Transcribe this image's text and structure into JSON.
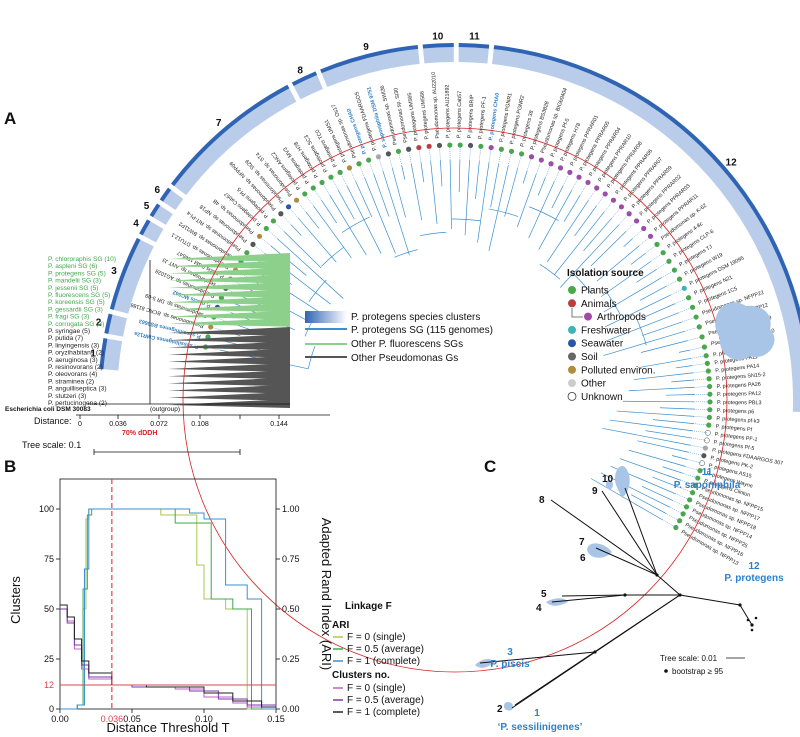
{
  "panelA": {
    "letter": "A",
    "clusters": [
      {
        "id": "1",
        "a0": -85,
        "a1": -80
      },
      {
        "id": "2",
        "a0": -79.2,
        "a1": -76
      },
      {
        "id": "3",
        "a0": -75.2,
        "a1": -63
      },
      {
        "id": "4",
        "a0": -62.2,
        "a1": -59.6
      },
      {
        "id": "5",
        "a0": -58.8,
        "a1": -56.6
      },
      {
        "id": "6",
        "a0": -55.8,
        "a1": -53.5
      },
      {
        "id": "7",
        "a0": -52.7,
        "a1": -28
      },
      {
        "id": "8",
        "a0": -27.2,
        "a1": -23
      },
      {
        "id": "9",
        "a0": -22.2,
        "a1": -6
      },
      {
        "id": "10",
        "a0": -5.2,
        "a1": -0.2
      },
      {
        "id": "11",
        "a0": 0.6,
        "a1": 5.5
      },
      {
        "id": "12",
        "a0": 6.3,
        "a1": 92
      }
    ],
    "tips_upper": [
      {
        "label": "P. sessilinigenes CMR12a",
        "c": "#4aa84a",
        "h": true
      },
      {
        "label": "P. sessilinigenes BS3663",
        "c": "#4aa84a",
        "h": true
      },
      {
        "label": "Pseudomonas sp. BCRC 81186",
        "c": "#b08d3c"
      },
      {
        "label": "Pseudomonas sp. DR 5-09",
        "c": "#4aa84a"
      },
      {
        "label": "P. piscis MC042",
        "c": "#2b55a8",
        "h": true
      },
      {
        "label": "Pseudomonas sp. AG1028",
        "c": "#4aa84a"
      },
      {
        "label": "Pseudomonas sp. ANT J3",
        "c": "#555"
      },
      {
        "label": "P. piscis DSM 106547",
        "c": "#777"
      },
      {
        "label": "Pseudomonas sp. DTU12.1",
        "c": "#b08d3c"
      },
      {
        "label": "Pseudomonas sp. BW11P2",
        "c": "#4aa84a"
      },
      {
        "label": "Pseudomonas sp. RIT-PI-a",
        "c": "#4aa84a"
      },
      {
        "label": "Pseudomonas sp. NP18",
        "c": "#555"
      },
      {
        "label": "Pseudomonas sp. 4B",
        "c": "#b08d3c"
      },
      {
        "label": "P. protegens Cab57",
        "c": "#4aa84a"
      },
      {
        "label": "P. protegens Pf-5",
        "c": "#4aa84a"
      },
      {
        "label": "Pseudomonas sp. NFPP09",
        "c": "#555"
      },
      {
        "label": "Pseudomonas sp. St29",
        "c": "#2b55a8"
      },
      {
        "label": "Pseudomonas sp. ST4",
        "c": "#b08d3c"
      },
      {
        "label": "P. protegens ANC2",
        "c": "#4aa84a"
      },
      {
        "label": "P. protegens MV3",
        "c": "#4aa84a"
      },
      {
        "label": "P. protegens H78",
        "c": "#4aa84a"
      },
      {
        "label": "P. protegens SC3",
        "c": "#4aa84a"
      },
      {
        "label": "P. protegens TC0",
        "c": "#4aa84a"
      },
      {
        "label": "P. protegens UMS1",
        "c": "#b08d3c"
      },
      {
        "label": "Pseudomonas sp. Os17",
        "c": "#4aa84a"
      },
      {
        "label": "P. protegens CHA0",
        "c": "#4aa84a",
        "h": true
      },
      {
        "label": "P. protegens FDAARGOS",
        "c": "#aaa"
      },
      {
        "label": "P. saponiphila DSM 9751",
        "c": "#555",
        "h": true
      },
      {
        "label": "Pseudomonas sp. SWI36",
        "c": "#4aa84a"
      },
      {
        "label": "Pseudomonas sp. St30",
        "c": "#555"
      },
      {
        "label": "P. protegens UM565",
        "c": "#b84040"
      },
      {
        "label": "P. protegens UM566",
        "c": "#b84040"
      },
      {
        "label": "Pseudomonas sp. AU22010",
        "c": "#555"
      },
      {
        "label": "P. protegens AU21892",
        "c": "#4aa84a"
      },
      {
        "label": "P. protegens Cab57",
        "c": "#4aa84a"
      },
      {
        "label": "P. protegens BRIP",
        "c": "#555"
      },
      {
        "label": "P. protegens PF-1",
        "c": "#4aa84a"
      },
      {
        "label": "P. protegens CHA0",
        "c": "#a04aa8",
        "h": true
      },
      {
        "label": "P. protegens PGNR1",
        "c": "#4aa84a"
      },
      {
        "label": "P. protegens PGNR2",
        "c": "#4aa84a"
      },
      {
        "label": "P. protegens 38",
        "c": "#4aa84a"
      },
      {
        "label": "P. protegens BS3828",
        "c": "#a04aa8"
      },
      {
        "label": "Pseudomonas sp. BIGb0404",
        "c": "#a04aa8"
      },
      {
        "label": "P. protegens Pf-5",
        "c": "#a04aa8"
      },
      {
        "label": "P. protegens H78",
        "c": "#a04aa8"
      },
      {
        "label": "P. protegens PPRAR01",
        "c": "#a04aa8"
      },
      {
        "label": "P. protegens PPRAR05",
        "c": "#a04aa8"
      },
      {
        "label": "P. protegens PPRAR04",
        "c": "#a04aa8"
      },
      {
        "label": "P. protegens PPRAR10",
        "c": "#a04aa8"
      },
      {
        "label": "P. protegens PPRAR08",
        "c": "#a04aa8"
      },
      {
        "label": "P. protegens PPRAR06",
        "c": "#a04aa8"
      },
      {
        "label": "P. protegens PPRAR07",
        "c": "#a04aa8"
      },
      {
        "label": "P. protegens PPRAR09",
        "c": "#a04aa8"
      },
      {
        "label": "P. protegens PPRAR02",
        "c": "#a04aa8"
      },
      {
        "label": "P. protegens PPRAR03",
        "c": "#a04aa8"
      },
      {
        "label": "P. protegens PPRAR11",
        "c": "#a04aa8"
      },
      {
        "label": "Pseudomonas sp. K-62",
        "c": "#4aa84a"
      },
      {
        "label": "P. protegens 4-8c",
        "c": "#4aa84a"
      },
      {
        "label": "P. protegens CLP-6",
        "c": "#4aa84a"
      },
      {
        "label": "P. protegens TJ",
        "c": "#4aa84a"
      },
      {
        "label": "P. protegens W19",
        "c": "#4aa84a"
      },
      {
        "label": "P. protegens DSM 19095",
        "c": "#3fb3b3"
      },
      {
        "label": "P. protegens N21",
        "c": "#4aa84a"
      },
      {
        "label": "P. protegens 1C5",
        "c": "#4aa84a"
      },
      {
        "label": "Pseudomonas sp. NFPP22",
        "c": "#4aa84a"
      },
      {
        "label": "Pseudomonas sp. NFPP12",
        "c": "#4aa84a"
      },
      {
        "label": "Pseudomonas sp. NFPP19",
        "c": "#4aa84a"
      },
      {
        "label": "Pseudomonas sp. NFPP10",
        "c": "#4aa84a"
      }
    ],
    "tips_lower": [
      {
        "label": "P. protegens PA16",
        "c": "#4aa84a"
      },
      {
        "label": "P. protegens PA11",
        "c": "#4aa84a"
      },
      {
        "label": "P. protegens PA14",
        "c": "#4aa84a"
      },
      {
        "label": "P. protegens SN15-2",
        "c": "#4aa84a"
      },
      {
        "label": "P. protegens PA26",
        "c": "#4aa84a"
      },
      {
        "label": "P. protegens PA12",
        "c": "#4aa84a"
      },
      {
        "label": "P. protegens PBL3",
        "c": "#4aa84a"
      },
      {
        "label": "P. protegens p6",
        "c": "#4aa84a"
      },
      {
        "label": "P. protegens pf-k3",
        "c": "#4aa84a"
      },
      {
        "label": "P. protegens Pf",
        "c": "#4aa84a"
      },
      {
        "label": "P. protegens PF-1",
        "c": "#ffffff"
      },
      {
        "label": "P. protegens Pf-5",
        "c": "#ffffff"
      },
      {
        "label": "P. protegens FDAARGOS 307",
        "c": "#aaa"
      },
      {
        "label": "P. protegens PK-2",
        "c": "#555"
      },
      {
        "label": "P. protegens AS15",
        "c": "#ffffff"
      },
      {
        "label": "P. protegens Wayne",
        "c": "#4aa84a"
      },
      {
        "label": "P. protegens Clinton",
        "c": "#4aa84a"
      },
      {
        "label": "Pseudomonas sp. NFPP15",
        "c": "#4aa84a"
      },
      {
        "label": "Pseudomonas sp. NFPP17",
        "c": "#4aa84a"
      },
      {
        "label": "Pseudomonas sp. NFPP18",
        "c": "#4aa84a"
      },
      {
        "label": "Pseudomonas sp. NFPP14",
        "c": "#4aa84a"
      },
      {
        "label": "Pseudomonas sp. NFPP25",
        "c": "#4aa84a"
      },
      {
        "label": "Pseudomonas sp. NFPP16",
        "c": "#4aa84a"
      },
      {
        "label": "Pseudomonas sp. NFPP13",
        "c": "#4aa84a"
      }
    ],
    "sg_list": [
      {
        "label": "P. chlororaphis SG (10)",
        "c": "#3fa84a"
      },
      {
        "label": "P. aspleni SG (6)",
        "c": "#3fa84a"
      },
      {
        "label": "P. protegens SG (5)",
        "c": "#3fa84a"
      },
      {
        "label": "P. mandelii SG (3)",
        "c": "#3fa84a"
      },
      {
        "label": "P. jessenii SG (5)",
        "c": "#3fa84a"
      },
      {
        "label": "P. fluorescens SG (5)",
        "c": "#3fa84a"
      },
      {
        "label": "P. koreensis SG (5)",
        "c": "#3fa84a"
      },
      {
        "label": "P. gessardii SG (3)",
        "c": "#3fa84a"
      },
      {
        "label": "P. fragi SG (3)",
        "c": "#3fa84a"
      },
      {
        "label": "P. corrugata SG (3)",
        "c": "#3fa84a"
      },
      {
        "label": "P. syringae (5)",
        "c": "#222"
      },
      {
        "label": "P. putida (7)",
        "c": "#222"
      },
      {
        "label": "P. linyingensis (3)",
        "c": "#222"
      },
      {
        "label": "P. oryzihabitans (2)",
        "c": "#222"
      },
      {
        "label": "P. aeruginosa (3)",
        "c": "#222"
      },
      {
        "label": "P. resinovorans (2)",
        "c": "#222"
      },
      {
        "label": "P. oleovorans (4)",
        "c": "#222"
      },
      {
        "label": "P. straminea (2)",
        "c": "#222"
      },
      {
        "label": "P. anguilliseptica (3)",
        "c": "#222"
      },
      {
        "label": "P. stutzeri (3)",
        "c": "#222"
      },
      {
        "label": "P. pertucinogena (2)",
        "c": "#222"
      }
    ],
    "outgroup": "Escherichia coli DSM 30083",
    "outgroup_suffix": "(outgroup)",
    "distance_label": "Distance:",
    "distance_ticks": [
      "0",
      "0.036",
      "0.072",
      "0.108",
      "0.144"
    ],
    "ddh_label": "70% dDDH",
    "tree_scale": "Tree scale: 0.1",
    "legend": {
      "clusters": "P. protegens species clusters",
      "sg": "P. protegens SG (115 genomes)",
      "other_fluo": "Other P. fluorescens SGs",
      "other_pseudo": "Other Pseudomonas Gs"
    },
    "isolation": {
      "title": "Isolation source",
      "items": [
        {
          "label": "Plants",
          "c": "#4aa84a"
        },
        {
          "label": "Animals",
          "c": "#b84040"
        },
        {
          "label": "Arthropods",
          "c": "#a04aa8"
        },
        {
          "label": "Freshwater",
          "c": "#3fb3b3"
        },
        {
          "label": "Seawater",
          "c": "#2b55a8"
        },
        {
          "label": "Soil",
          "c": "#666666"
        },
        {
          "label": "Polluted environ.",
          "c": "#b08d3c"
        },
        {
          "label": "Other",
          "c": "#cccccc"
        },
        {
          "label": "Unknown",
          "c": "#ffffff"
        }
      ]
    }
  },
  "panelB": {
    "letter": "B",
    "ylabel_left": "Clusters",
    "ylabel_right": "Adapted Rand Index (ARI)",
    "xlabel": "Distance Threshold T",
    "xticks": [
      "0.00",
      "0.05",
      "0.10",
      "0.15"
    ],
    "yticks_left": [
      "0",
      "25",
      "50",
      "75",
      "100"
    ],
    "yticks_right": [
      "0.00",
      "0.25",
      "0.50",
      "0.75",
      "1.00"
    ],
    "marker_x": "0.036",
    "marker_y": "12",
    "legend_title": "Linkage F",
    "legend_ari": "ARI",
    "legend_clusters": "Clusters no.",
    "ari_series": [
      {
        "name": "F = 0 (single)",
        "c": "#a8c850"
      },
      {
        "name": "F = 0.5 (average)",
        "c": "#3fa84a"
      },
      {
        "name": "F = 1 (complete)",
        "c": "#3a8fd0"
      }
    ],
    "cl_series": [
      {
        "name": "F = 0 (single)",
        "c": "#c060c0"
      },
      {
        "name": "F = 0.5 (average)",
        "c": "#7a3ab0"
      },
      {
        "name": "F = 1 (complete)",
        "c": "#222222"
      }
    ]
  },
  "panelC": {
    "letter": "C",
    "labels": {
      "n11": "11",
      "n11name": "P. saponiphila",
      "n12": "12",
      "n12name": "P. protegens",
      "n3": "3",
      "n3name": "P. piscis",
      "n1": "1",
      "n1name": "‘P. sessilinigenes’",
      "n2": "2",
      "n4": "4",
      "n5": "5",
      "n6": "6",
      "n7": "7",
      "n8": "8",
      "n9": "9",
      "n10": "10"
    },
    "tree_scale": "Tree scale: 0.01",
    "bootstrap": "bootstrap ≥ 95"
  }
}
